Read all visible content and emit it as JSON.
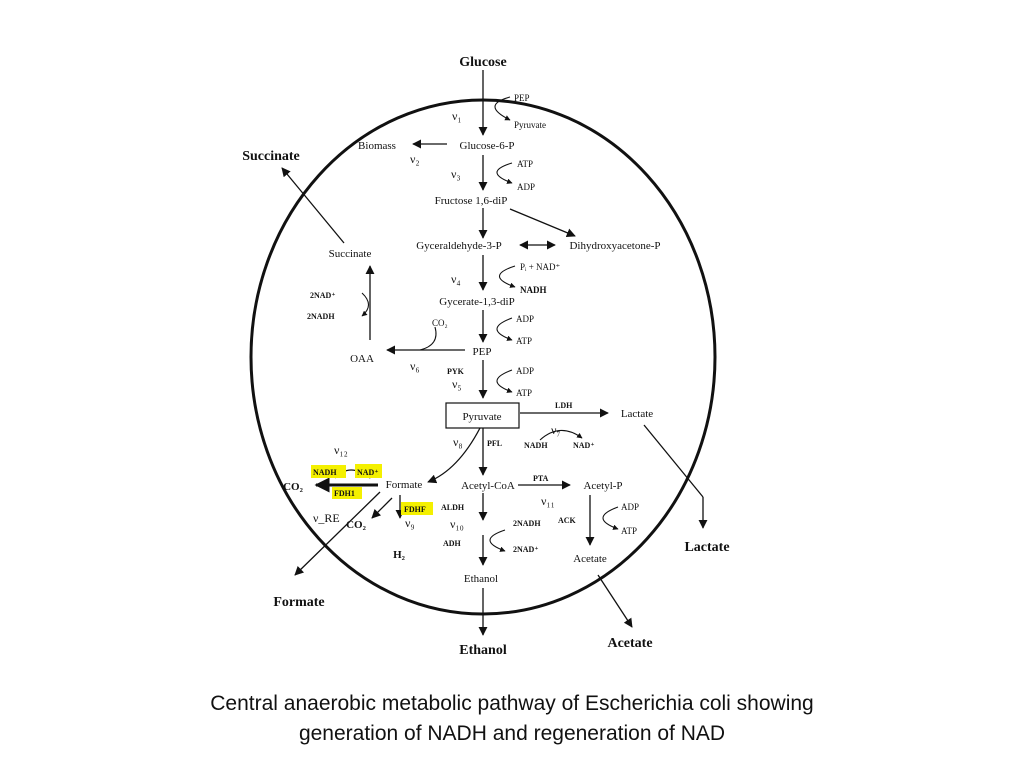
{
  "external": {
    "glucose": "Glucose",
    "succinate": "Succinate",
    "lactate": "Lactate",
    "formate": "Formate",
    "ethanol": "Ethanol",
    "acetate": "Acetate"
  },
  "metabolites": {
    "glucose6p": "Glucose-6-P",
    "biomass": "Biomass",
    "fructose": "Fructose 1,6-diP",
    "g3p": "Gyceraldehyde-3-P",
    "dhap": "Dihydroxyacetone-P",
    "gycerate": "Gycerate-1,3-diP",
    "pep": "PEP",
    "oaa": "OAA",
    "succinate_inner": "Succinate",
    "pyruvate": "Pyruvate",
    "lactate_inner": "Lactate",
    "formate_inner": "Formate",
    "acetylcoa": "Acetyl-CoA",
    "acetylp": "Acetyl-P",
    "acetate_inner": "Acetate",
    "ethanol_inner": "Ethanol",
    "co2_left": "CO₂",
    "co2_fdhf": "CO₂",
    "h2": "H₂"
  },
  "cofactors": {
    "pep_top": "PEP",
    "pyruvate_top": "Pyruvate",
    "atp_v3": "ATP",
    "adp_v3": "ADP",
    "pi_nad": "Pᵢ + NAD⁺",
    "nadh_v4": "NADH",
    "co2_oaa": "CO₂",
    "adp_gyc": "ADP",
    "atp_gyc": "ATP",
    "two_nad": "2NAD⁺",
    "two_nadh": "2NADH",
    "adp_pyk": "ADP",
    "atp_pyk": "ATP",
    "nadh_ldh": "NADH",
    "nad_ldh": "NAD⁺",
    "nadh_fdh": "NADH",
    "nad_fdh": "NAD⁺",
    "two_nadh_adh": "2NADH",
    "two_nad_adh": "2NAD⁺",
    "adp_ack": "ADP",
    "atp_ack": "ATP"
  },
  "fluxes": {
    "v1": "ν₁",
    "v2": "ν₂",
    "v3": "ν₃",
    "v4": "ν₄",
    "v5": "ν₅",
    "v6": "ν₆",
    "v7": "ν₇",
    "v8": "ν₈",
    "v9": "ν₉",
    "v10": "ν₁₀",
    "v11": "ν₁₁",
    "v12": "ν₁₂",
    "vre": "ν_RE"
  },
  "enzymes": {
    "pyk": "PYK",
    "ldh": "LDH",
    "pfl": "PFL",
    "pta": "PTA",
    "ack": "ACK",
    "aldh": "ALDH",
    "adh": "ADH",
    "fdh1": "FDH1",
    "fdhf": "FDHF"
  },
  "caption": {
    "line1": "Central anaerobic metabolic pathway of Escherichia coli showing",
    "line2": "generation of NADH and regeneration of NAD"
  },
  "colors": {
    "highlight": "#f4f000",
    "ink": "#111111"
  }
}
